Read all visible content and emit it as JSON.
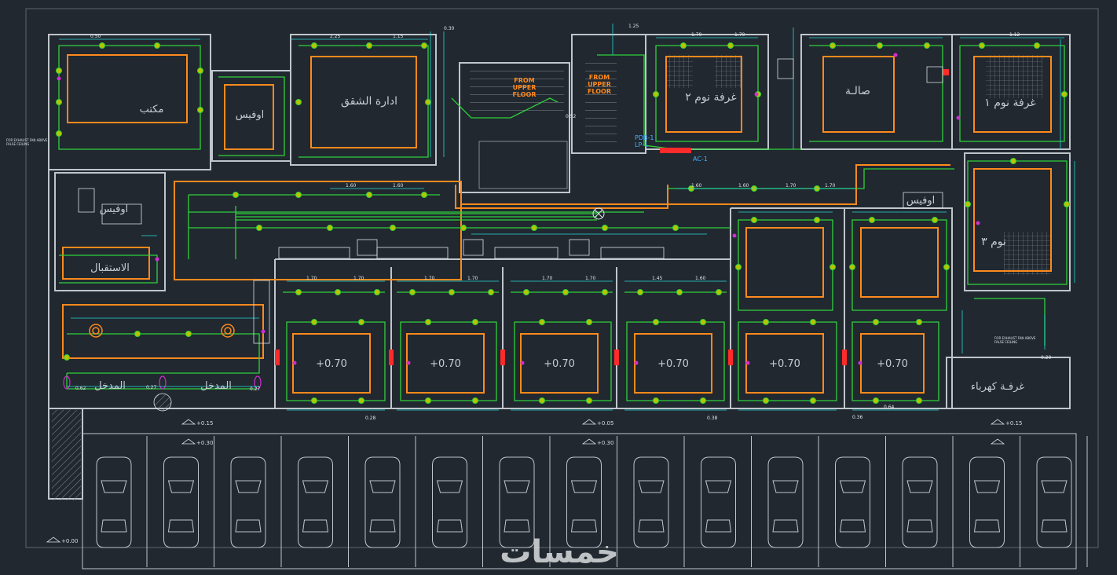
{
  "drawing": {
    "colors": {
      "background": "#212830",
      "walls": "#bfc5cb",
      "furniture": "#ff8a1c",
      "circuits": "#2fd13a",
      "fixtures_fill": "#b8c400",
      "dimensions": "#23d6d6",
      "panels": "#ff2a2a",
      "highlight": "#d02fd0"
    },
    "rooms": [
      {
        "key": "office_top",
        "label": "مكتب"
      },
      {
        "key": "office2",
        "label": "اوفيس"
      },
      {
        "key": "apt_admin",
        "label": "ادارة الشقق"
      },
      {
        "key": "bed2",
        "label": "غرفة نوم ٢"
      },
      {
        "key": "hall",
        "label": "صالـة"
      },
      {
        "key": "bed1",
        "label": "غرفة نوم ١"
      },
      {
        "key": "office_left",
        "label": "اوفيس"
      },
      {
        "key": "reception",
        "label": "الاستقبال"
      },
      {
        "key": "entrance1",
        "label": "المدخل"
      },
      {
        "key": "entrance2",
        "label": "المدخل"
      },
      {
        "key": "office_right",
        "label": "اوفيس"
      },
      {
        "key": "bed3",
        "label": "نوم ٣"
      },
      {
        "key": "electric",
        "label": "غرفـة كهرباء"
      }
    ],
    "notes": {
      "from_upper_1": "FROM UPPER FLOOR",
      "from_upper_2": "FROM UPPER FLOOR",
      "ac": "AC-1",
      "panel_tag": "PDB-1",
      "lp_tag": "LP-1",
      "exhaust_left": "FOR EXHAUST FAN ABOVE FALSE CEILING",
      "exhaust_right": "FOR EXHAUST FAN ABOVE FALSE CEILING"
    },
    "shop_level": "+0.70",
    "levels": [
      "+0.15",
      "+0.30",
      "+0.05",
      "+0.30",
      "+0.15",
      "+0.00"
    ],
    "dimensions": [
      "0.50",
      "2.25",
      "1.15",
      "0.30",
      "1.25",
      "1.70",
      "1.70",
      "1.60",
      "1.60",
      "1.60",
      "1.60",
      "1.70",
      "1.70",
      "1.70",
      "1.70",
      "1.70",
      "1.70",
      "1.70",
      "1.70",
      "1.45",
      "1.60",
      "0.64",
      "1.12",
      "0.62",
      "0.27",
      "0.27",
      "0.28",
      "0.38",
      "0.36",
      "0.20",
      "0.52"
    ],
    "watermark": "خمسات"
  }
}
